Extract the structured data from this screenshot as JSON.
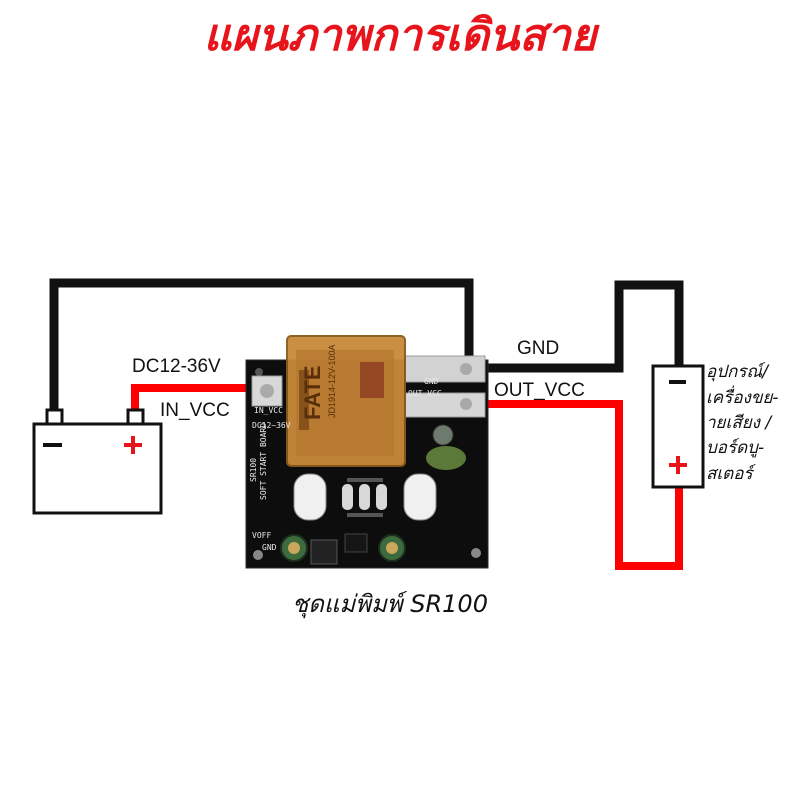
{
  "title": "แผนภาพการเดินสาย",
  "labels": {
    "supply_voltage": "DC12-36V",
    "input": "IN_VCC",
    "ground": "GND",
    "output": "OUT_VCC",
    "board_caption": "ชุดแม่พิมพ์ SR100"
  },
  "battery": {
    "minus_sign": "−",
    "plus_sign": "+"
  },
  "load": {
    "minus_sign": "−",
    "plus_sign": "+",
    "lines": [
      "อุปกรณ์/",
      "เครื่องขย-",
      "ายเสียง /",
      "บอร์ดบู-",
      "สเตอร์"
    ]
  },
  "board": {
    "model": "SR100",
    "subtitle": "SOFT START BOARD",
    "relay_brand": "FATE",
    "relay_model": "JD1914-12V-100A",
    "pad_labels": [
      "IN_VCC",
      "DC12~36V",
      "GND",
      "OUT_VCC",
      "GND",
      "VOFF"
    ]
  },
  "colors": {
    "title": "#e8141b",
    "wire_negative": "#111111",
    "wire_positive": "#ff0000",
    "pcb": "#0d0d0d",
    "relay": "#c98a3a"
  }
}
